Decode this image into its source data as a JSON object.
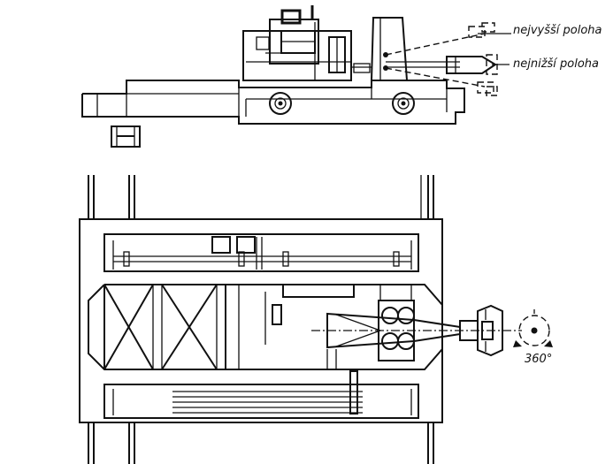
{
  "labels": {
    "highest_position": "nejvyšší poloha",
    "lowest_position": "nejnižší poloha",
    "rotation": "360°"
  }
}
